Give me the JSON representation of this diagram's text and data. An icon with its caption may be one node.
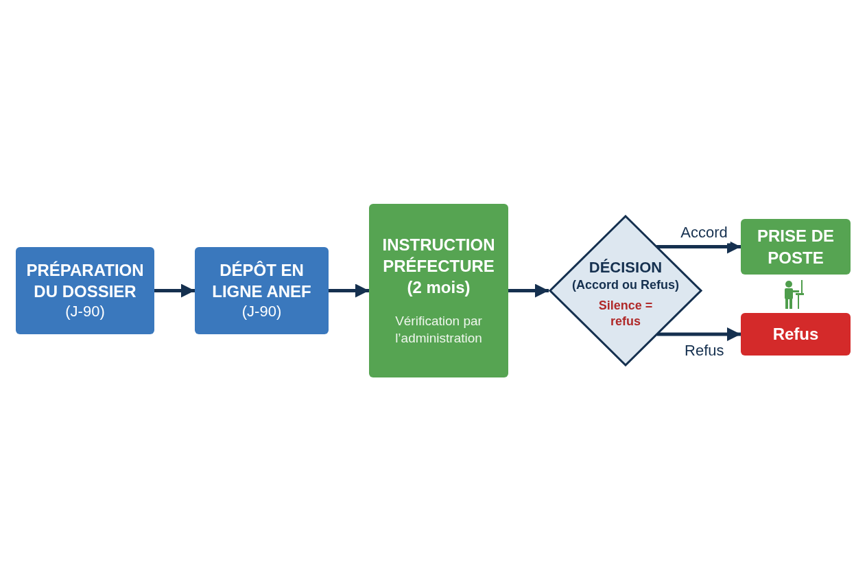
{
  "diagram": {
    "nodes": [
      {
        "text": [
          "PRÉPARATION DU DOSSIER",
          "(J-90)"
        ]
      },
      {
        "text": [
          "DÉPÔT EN LIGNE ANEF",
          "(J-90)"
        ]
      },
      {
        "text": [
          "INSTRUCTION PRÉFECTURE (2 mois)",
          "Vérification par l’administration"
        ]
      },
      {
        "text": [
          "DÉCISION",
          "(Accord ou Refus)",
          "Silence = refus"
        ]
      },
      {
        "text": [
          "PRISE DE POSTE"
        ]
      },
      {
        "text": [
          "Refus"
        ]
      }
    ],
    "edges": [
      {
        "from": 0,
        "to": 1,
        "arrow": "to"
      },
      {
        "from": 1,
        "to": 2,
        "arrow": "to"
      },
      {
        "from": 2,
        "to": 3,
        "arrow": "to"
      },
      {
        "from": 3,
        "to": 4,
        "arrow": "to",
        "label": "Accord"
      },
      {
        "from": 3,
        "to": 5,
        "arrow": "to",
        "label": "Refus"
      }
    ]
  }
}
